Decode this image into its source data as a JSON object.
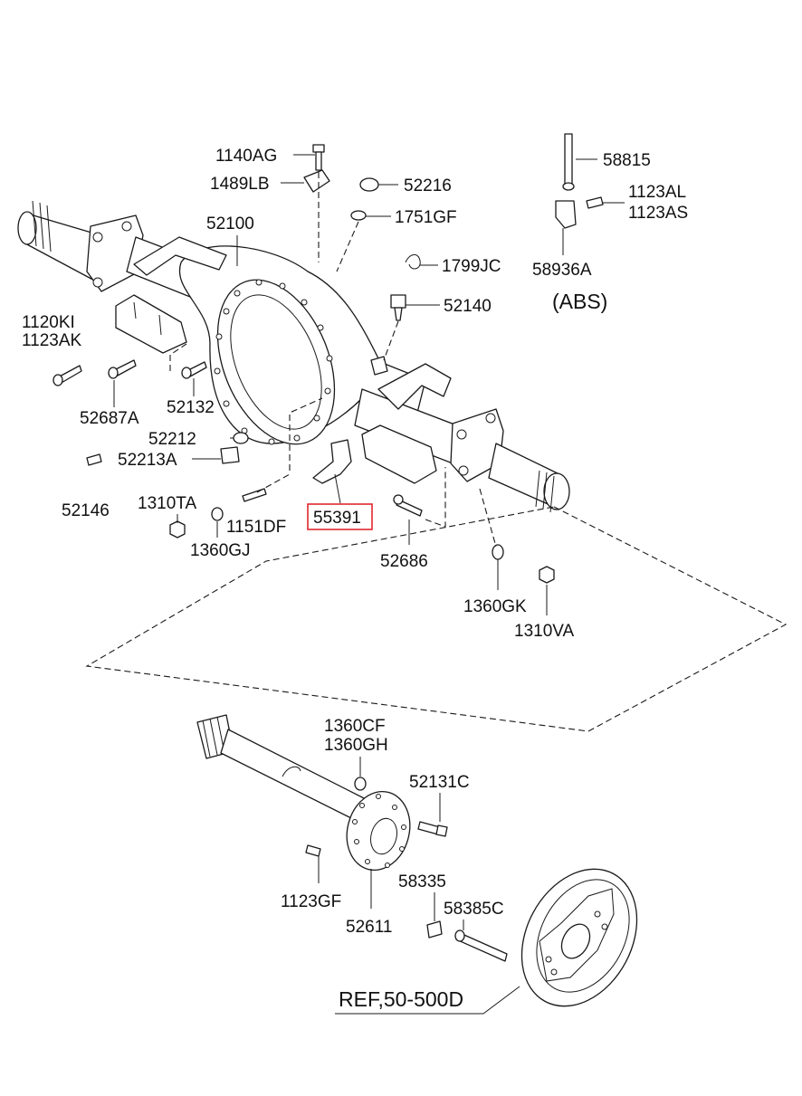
{
  "labels": {
    "p1140AG": "1140AG",
    "p1489LB": "1489LB",
    "p52216": "52216",
    "p1751GF": "1751GF",
    "p52100": "52100",
    "p1799JC": "1799JC",
    "p52140": "52140",
    "p58815": "58815",
    "p1123AL": "1123AL",
    "p1123AS": "1123AS",
    "p58936A": "58936A",
    "abs": "(ABS)",
    "p1120KI": "1120KI",
    "p1123AK": "1123AK",
    "p52687A": "52687A",
    "p52132": "52132",
    "p52212": "52212",
    "p52213A": "52213A",
    "p52146": "52146",
    "p1310TA": "1310TA",
    "p1151DF": "1151DF",
    "p1360GJ": "1360GJ",
    "p55391": "55391",
    "p52686": "52686",
    "p1360GK": "1360GK",
    "p1310VA": "1310VA",
    "p1360CF": "1360CF",
    "p1360GH": "1360GH",
    "p52131C": "52131C",
    "p1123GF": "1123GF",
    "p52611": "52611",
    "p58335": "58335",
    "p58385C": "58385C",
    "ref": "REF,50-500D"
  },
  "highlight": {
    "part": "55391",
    "color": "#e0282e"
  }
}
